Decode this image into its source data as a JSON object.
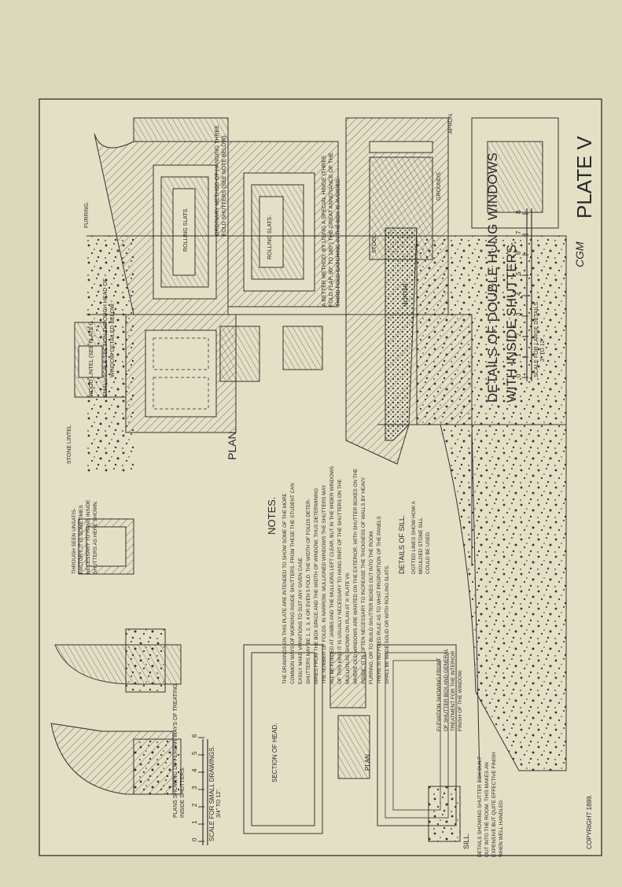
{
  "plate": {
    "title_line1": "DETAILS OF DOUBLE HUNG WINDOWS",
    "title_line2": "WITH INSIDE SHUTTERS.",
    "plate_label": "PLATE V",
    "copyright": "COPYRIGHT 1899.",
    "monogram": "CGM"
  },
  "scales": {
    "large": {
      "caption": "SCALE FOR LARGE DETAILS.",
      "ratio": "3\" TO 12\".",
      "ticks": [
        "0",
        "1",
        "2",
        "3",
        "4",
        "5",
        "6",
        "7",
        "8"
      ]
    },
    "small": {
      "caption": "SCALE FOR SMALL DRAWINGS.",
      "ratio": "3/4\" TO 12\".",
      "ticks": [
        "0",
        "1",
        "2",
        "3",
        "4",
        "5",
        "6"
      ]
    }
  },
  "labels": {
    "furring": "FURRING.",
    "rolling_slats_1": "ROLLING SLATS.",
    "rolling_slats_2": "ROLLING SLATS.",
    "ordinary_1": "ORDINARY METHOD OF HANGING THREE",
    "ordinary_2": "FOLD SHUTTERS (SEE NOTE BELOW).",
    "better_1": "A BETTER METHOD. BY USING A SPECIAL HINGE (THREE",
    "better_2": "FOLD FLAP, 90° TO 180°) THE GREAT ANNOYANCE OF THE",
    "better_3": "THIRD FOLD CATCHING IN THE BOX IS AVOIDED.",
    "stool": "STOOL.",
    "apron": "APRON.",
    "grounds": "GROUNDS.",
    "mortar": "MORTAR.",
    "wood_lintel": "WOOD LINTEL (SEE PLATE I).",
    "small_scale_1": "SMALL SCALE SECTION THROUGH HEAD OF",
    "small_scale_2": "WINDOW DETAILED BELOW.",
    "stone_lintel": "STONE LINTEL",
    "plan": "PLAN.",
    "plan_small": "PLAN.",
    "details_sill": "DETAILS OF SILL.",
    "dotted_1": "DOTTED LINES SHOW HOW A",
    "dotted_2": "MOULDED STONE SILL",
    "dotted_3": "COULD BE USED.",
    "section_head": "SECTION OF HEAD.",
    "sill": "SILL.",
    "through_1": "THROUGH SEEN UNSATIS-",
    "through_2": "FACTORY, IT IS SOMETIMES",
    "through_3": "NECESSARY TO HANG INSIDE",
    "through_4": "SHUTTERS AS HERE SHOWN.",
    "plans_showing_1": "PLANS SHOWING DIFFERENT WAYS OF TREATING",
    "plans_showing_2": "INSIDE SHUTTERS.",
    "elevation_1": "ELEVATION SHOWING FRONT",
    "elevation_2": "OF SHUTTER BOX AND GENERAL",
    "elevation_3": "TREATMENT FOR THE INTERIOR",
    "elevation_4": "FINISH OF THE WINDOW.",
    "details_box_1": "DETAILS SHOWING SHUTTER BOX BUILT",
    "details_box_2": "OUT INTO THE ROOM. THIS MAKES AN",
    "details_box_3": "EXPENSIVE BUT QUITE EFFECTIVE FINISH",
    "details_box_4": "WHEN WELL HANDLED."
  },
  "notes": {
    "heading": "NOTES.",
    "lines": [
      "THE DRAWINGS ON THIS PLATE ARE INTENDED TO SHOW SOME OF THE MORE",
      "COMMON WAYS OF WORKING INSIDE SHUTTERS. FROM THESE THE STUDENT CAN",
      "EASILY MAKE VARIATIONS TO SUIT ANY GIVEN CASE.",
      "SHUTTERS MAY BE 1, 2, 3, 4 OR EVEN 5 FOLD. THE WIDTH OF FOLDS DETER-",
      "MINES FROM THE BOX SPACE AND THE WIDTH OF WINDOW, THUS DETERMINING",
      "THE NUMBER OF FOLDS. IN NARROW, MULLIONED WINDOWS THE SHUTTERS MAY",
      "ALL BE FOLDED AT JAMBS AND THE MULLIONS LEFT CLEAR, BUT IN THE WIDER WINDOWS",
      "OF THIS KIND IT IS USUALLY NECESSARY TO HANG PART OF THE SHUTTERS ON THE",
      "MULLION AS SHOWN ON PLAN AT 'A' PLATE VII.",
      "WHERE OLD WINDOWS ARE WANTED ON THE EXTERIOR, WITH SHUTTER BOXES ON THE",
      "INSIDE, IT IS OFTEN NECESSARY TO INCREASE THE THICKNESS OF WALLS BY HEAVY",
      "FURRING, OR TO BUILD SHUTTER BOXES OUT INTO THE ROOM.",
      "THERE IS NO FIXED RULE AS TO WHAT PROPORTION OF THE PANELS",
      "SHALL BE MADE SOLID OR WITH ROLLING SLATS."
    ]
  }
}
